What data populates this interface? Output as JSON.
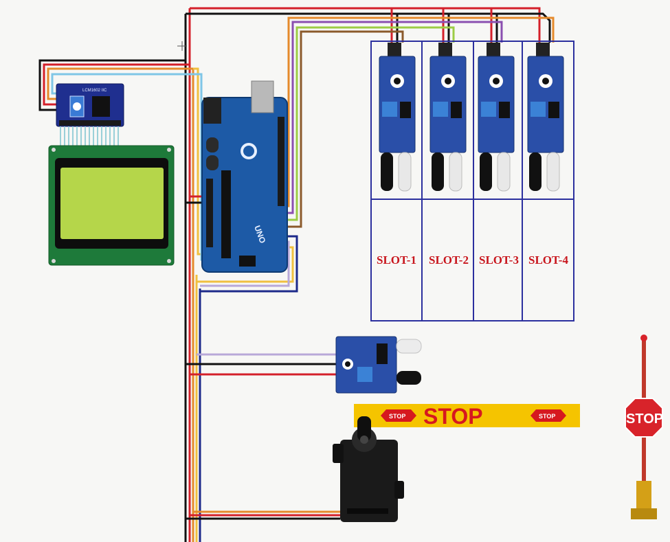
{
  "lcd_module": {
    "i2c_label": "LCM1602 IIC"
  },
  "arduino": {
    "model_label": "UNO"
  },
  "parking_slots": [
    {
      "label": "SLOT-1"
    },
    {
      "label": "SLOT-2"
    },
    {
      "label": "SLOT-3"
    },
    {
      "label": "SLOT-4"
    }
  ],
  "barrier": {
    "main_text": "STOP",
    "badge_left": "STOP",
    "badge_right": "STOP",
    "color": "#f5c400"
  },
  "stop_sign": {
    "text": "STOP",
    "color": "#d8232a"
  },
  "wire_colors": {
    "black": "#111111",
    "red": "#d4202a",
    "orange": "#e58a2b",
    "yellow": "#f0c040",
    "light_blue": "#7fc6e6",
    "purple": "#8a4fb0",
    "green": "#9ccc45",
    "navy": "#1d2a8a",
    "lavender": "#b8a8d8"
  }
}
